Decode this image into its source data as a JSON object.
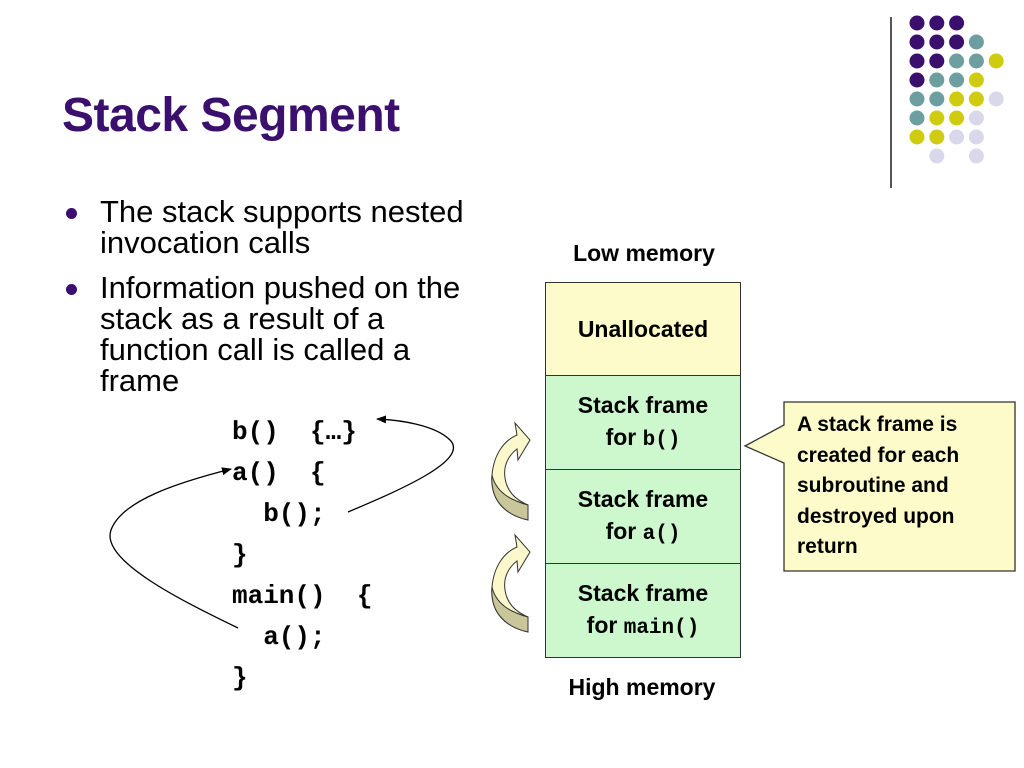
{
  "slide": {
    "title": "Stack Segment",
    "bullets": [
      {
        "text": "The stack supports nested invocation calls"
      },
      {
        "text": "Information pushed on the stack as a result of a function call is called a frame"
      }
    ],
    "code_lines": [
      "b()  {…}",
      "a()  {",
      "  b();",
      "}",
      "main()  {",
      "  a();",
      "}"
    ]
  },
  "diagram": {
    "top_label": "Low memory",
    "bottom_label": "High memory",
    "cells": [
      {
        "kind": "unallocated",
        "line1": "Unallocated",
        "prefix": "",
        "func": ""
      },
      {
        "kind": "frame",
        "line1": "Stack frame",
        "prefix": "for ",
        "func": "b()"
      },
      {
        "kind": "frame",
        "line1": "Stack frame",
        "prefix": "for ",
        "func": "a()"
      },
      {
        "kind": "frame",
        "line1": "Stack frame",
        "prefix": "for ",
        "func": "main()"
      }
    ],
    "callout": "A stack frame is created for each subroutine and destroyed upon return"
  },
  "colors": {
    "title": "#3b0f6e",
    "dot_purple": "#3b0f6e",
    "dot_teal": "#6d9fa0",
    "dot_yellow": "#cfcc10",
    "dot_lavender": "#d8d8ea",
    "unallocated_fill": "#fdfbc9",
    "frame_fill": "#cdf8cd",
    "callout_fill": "#fdfbc9"
  },
  "decor": {
    "dot_grid": [
      "PPP..",
      "PPPT.",
      "PPTTY",
      "PTTY.",
      "TTYYL",
      "TYYL.",
      "YYLL.",
      ".L.L."
    ]
  }
}
